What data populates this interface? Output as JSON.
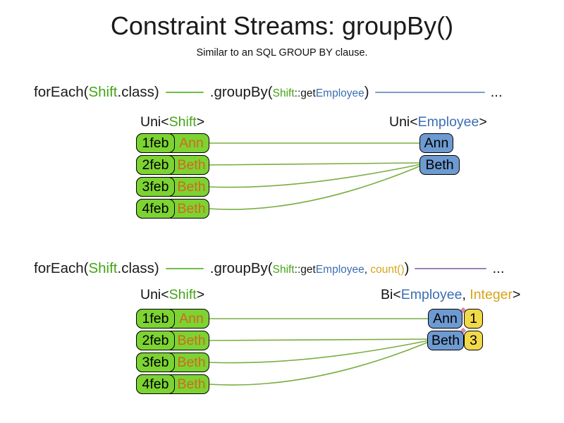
{
  "title": "Constraint Streams: groupBy()",
  "subtitle": "Similar to an SQL GROUP BY clause.",
  "colors": {
    "code-green": "#46a317",
    "code-blue": "#3c6eb4",
    "code-yellow": "#d6a419",
    "cell-green": "#7cd332",
    "cell-blue": "#6d9ad1",
    "cell-yellow": "#f2d94a",
    "text-orange": "#d2691e",
    "line-green": "#79ae41",
    "line-code-green": "#6cbf4a",
    "line-blue": "#7e9cc9",
    "line-purple": "#9d80b8"
  },
  "code1": {
    "foreach_open": "forEach(",
    "foreach_type": "Shift",
    "foreach_close": ".class)",
    "groupby_open": ".groupBy(",
    "arg_type": "Shift",
    "arg_method": "::get",
    "arg_result": "Employee",
    "groupby_close": ")",
    "ellipsis": "..."
  },
  "code2": {
    "foreach_open": "forEach(",
    "foreach_type": "Shift",
    "foreach_close": ".class)",
    "groupby_open": ".groupBy(",
    "arg_type": "Shift",
    "arg_method": "::get",
    "arg_result": "Employee",
    "arg_separator": ", ",
    "arg_count": "count()",
    "groupby_close": ")",
    "ellipsis": "..."
  },
  "diagram1": {
    "left_type_label": {
      "open": "Uni<",
      "type": "Shift",
      "close": ">"
    },
    "right_type_label": {
      "open": "Uni<",
      "type": "Employee",
      "close": ">"
    },
    "shifts": [
      {
        "date": "1feb",
        "employee": "Ann"
      },
      {
        "date": "2feb",
        "employee": "Beth"
      },
      {
        "date": "3feb",
        "employee": "Beth"
      },
      {
        "date": "4feb",
        "employee": "Beth"
      }
    ],
    "groups": [
      {
        "employee": "Ann"
      },
      {
        "employee": "Beth"
      }
    ]
  },
  "diagram2": {
    "left_type_label": {
      "open": "Uni<",
      "type": "Shift",
      "close": ">"
    },
    "right_type_label": {
      "open": "Bi<",
      "type1": "Employee",
      "separator": ", ",
      "type2": "Integer",
      "close": ">"
    },
    "shifts": [
      {
        "date": "1feb",
        "employee": "Ann"
      },
      {
        "date": "2feb",
        "employee": "Beth"
      },
      {
        "date": "3feb",
        "employee": "Beth"
      },
      {
        "date": "4feb",
        "employee": "Beth"
      }
    ],
    "groups": [
      {
        "employee": "Ann",
        "count": "1"
      },
      {
        "employee": "Beth",
        "count": "3"
      }
    ]
  }
}
